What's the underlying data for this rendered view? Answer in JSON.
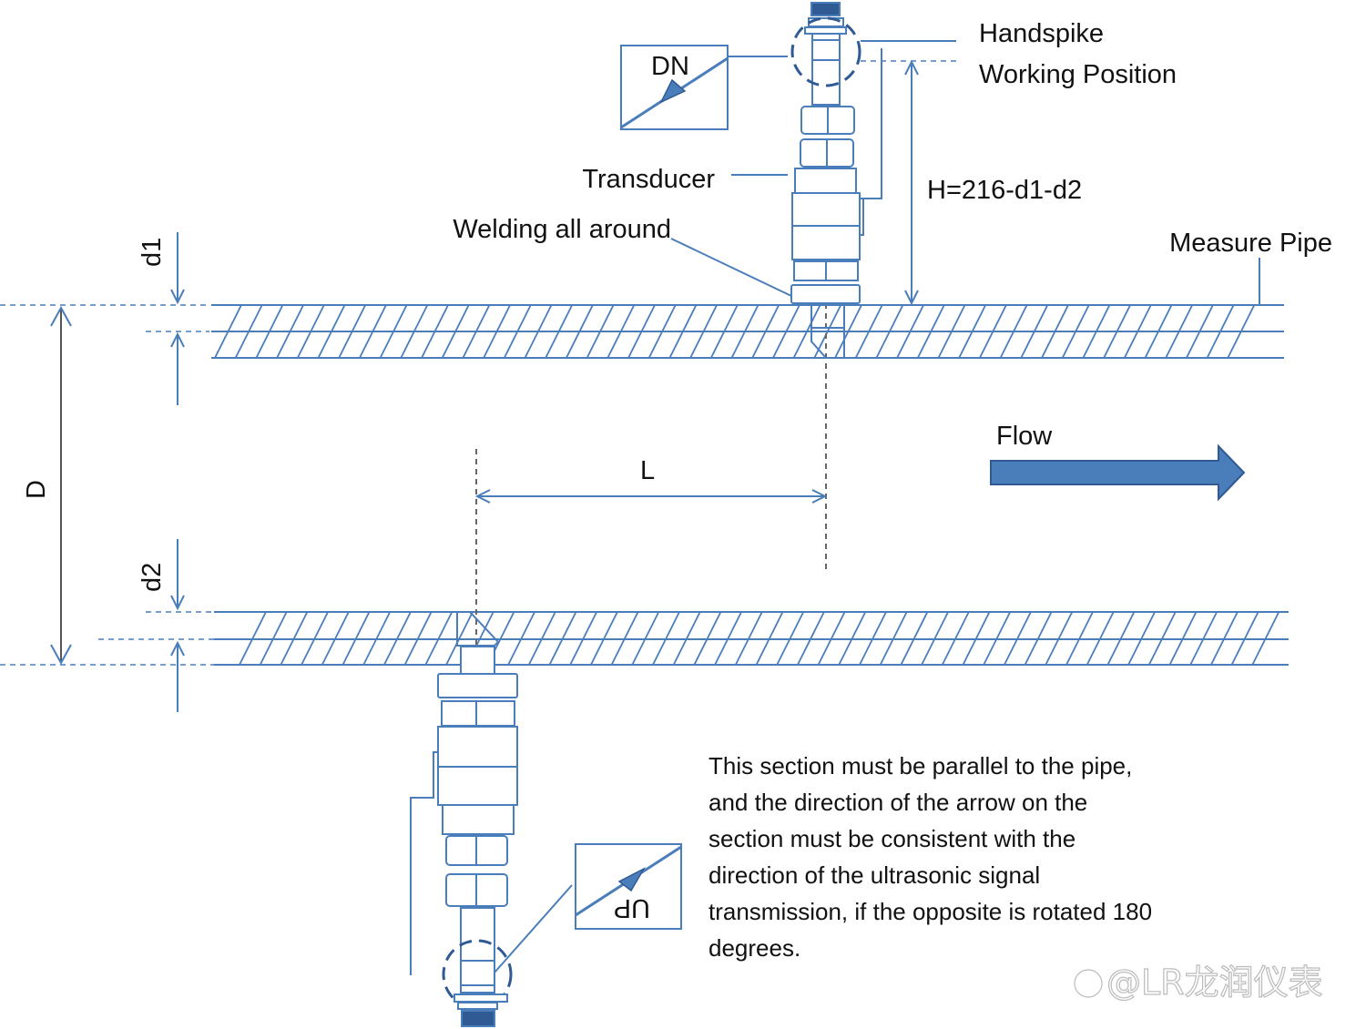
{
  "labels": {
    "handspike": "Handspike",
    "working_position": "Working Position",
    "dn": "DN",
    "up": "UP",
    "transducer": "Transducer",
    "welding": "Welding all around",
    "height": "H=216-d1-d2",
    "measure_pipe": "Measure Pipe",
    "d1": "d1",
    "d2": "d2",
    "D": "D",
    "L": "L",
    "flow": "Flow"
  },
  "note": [
    "This section must be parallel to the pipe,",
    "and the direction of the arrow on the",
    "section must be consistent with the",
    "direction of the ultrasonic signal",
    "transmission, if the opposite is rotated 180",
    "degrees."
  ],
  "watermark": "@LR龙润仪表",
  "colors": {
    "line": "#4a7ebb",
    "flow_arrow": "#4a7ebb",
    "dark": "#2f5a94"
  }
}
